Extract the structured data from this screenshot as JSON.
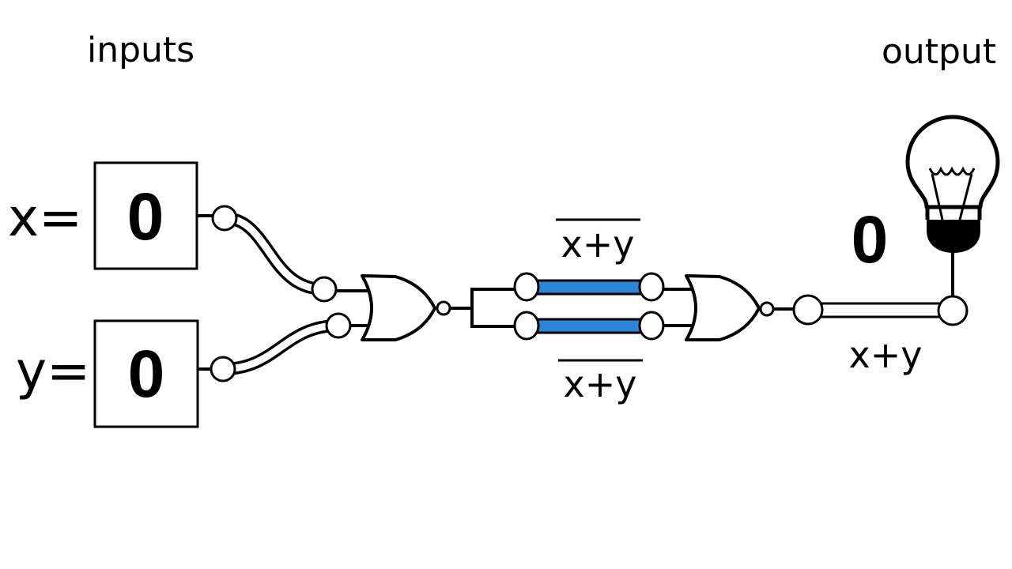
{
  "labels": {
    "inputs": "inputs",
    "output": "output",
    "x_eq": "x=",
    "y_eq": "y=",
    "nor_top": "x+y",
    "nor_bottom": "x+y",
    "or_result": "x+y"
  },
  "values": {
    "x": "0",
    "y": "0",
    "output": "0"
  },
  "colors": {
    "wire_active": "#2a86d8",
    "stroke": "#000000"
  }
}
